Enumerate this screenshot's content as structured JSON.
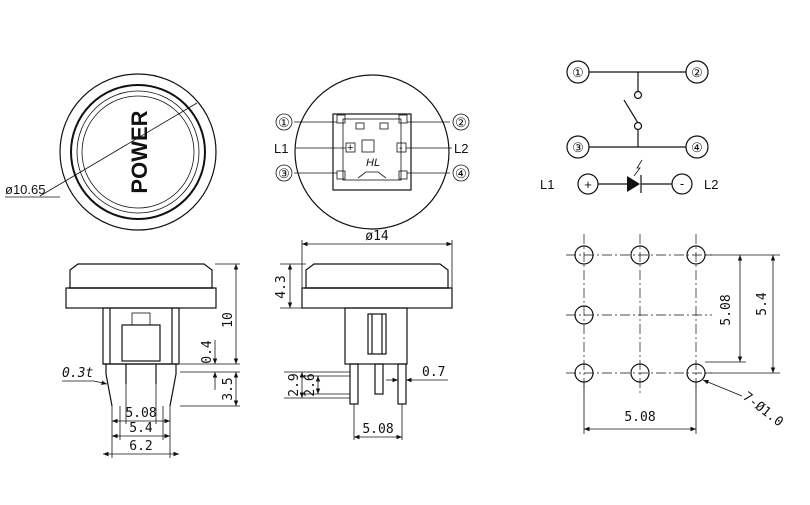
{
  "front_view": {
    "logo_text": "POWER",
    "diameter_label": "ø10.65"
  },
  "pin_view": {
    "pins": [
      "①",
      "②",
      "③",
      "④"
    ],
    "leds": [
      "L1",
      "L2"
    ],
    "plus": "+",
    "minus": "-",
    "logo_mark": "HL"
  },
  "schematic": {
    "pins": [
      "①",
      "②",
      "③",
      "④"
    ],
    "leds": [
      "L1",
      "L2"
    ],
    "plus": "+",
    "minus": "-"
  },
  "side_view_1": {
    "height_10": "10",
    "dim_0_4": "0.4",
    "dim_3_5": "3.5",
    "dim_0_3t": "0.3t",
    "dim_5_08": "5.08",
    "dim_5_4": "5.4",
    "dim_6_2": "6.2"
  },
  "side_view_2": {
    "diameter_14": "ø14",
    "dim_4_3": "4.3",
    "dim_2_9": "2.9",
    "dim_2_6": "2.6",
    "dim_0_7": "0.7",
    "dim_5_08": "5.08"
  },
  "pcb_layout": {
    "dim_5_08_v": "5.08",
    "dim_5_4": "5.4",
    "dim_5_08_h": "5.08",
    "hole_note": "7-Ø1.0",
    "hole_count": 7
  }
}
